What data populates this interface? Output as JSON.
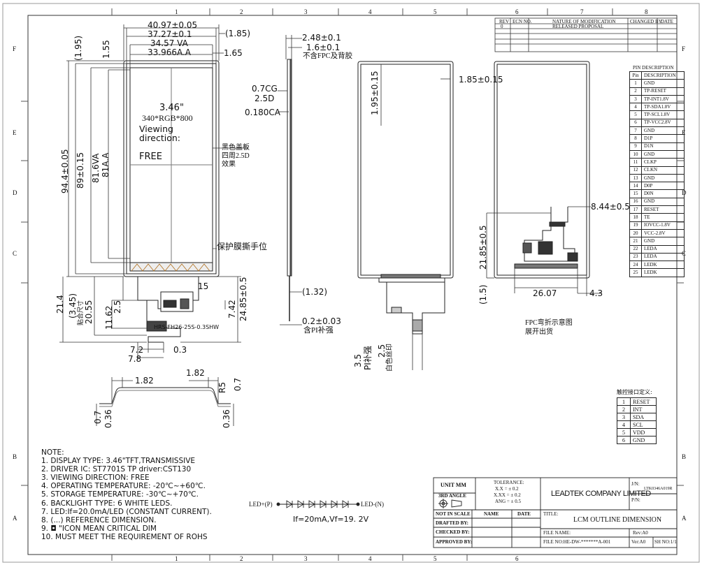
{
  "grid": {
    "cols_top": [
      "1",
      "2",
      "3",
      "4",
      "5",
      "6",
      "7",
      "8"
    ],
    "cols_bottom": [
      "1",
      "2",
      "3",
      "4",
      "5",
      "6"
    ],
    "rows": [
      "F",
      "E",
      "D",
      "C",
      "B",
      "A"
    ]
  },
  "revision": {
    "headers": [
      "REV",
      "ECN NO.",
      "NATURE OF MODIFICATION",
      "CHANGED BY",
      "DATE"
    ],
    "rows": [
      [
        "0",
        "",
        "RELEASED PROPOSAL",
        "",
        ""
      ]
    ]
  },
  "front": {
    "dims_top": [
      "40.97±0.05",
      "37.27±0.1",
      "34.57 VA",
      "33.966A.A",
      "(1.95)",
      "(1.85)",
      "1.55",
      "1.65"
    ],
    "dims_left": [
      "94.4±0.05",
      "89±0.15",
      "81.6VA",
      "81A.A",
      "21.4",
      "(3.45)",
      "贴合尺寸",
      "20.55",
      "11.62",
      "2.5"
    ],
    "size": "3.46\"",
    "resolution": "340*RGB*800",
    "viewing": "Viewing direction:",
    "free": "FREE",
    "cover_note": "黑色盖板",
    "edge_note": "四周2.5D",
    "effect_note": "效果",
    "film_note": "保护膜撕手位",
    "dim_15": "15",
    "dim_742": "7.42",
    "dim_2485": "24.85±0.5",
    "connector": "HRS-FH26-25S-0.3SHW",
    "dim_72": "7.2",
    "dim_03": "0.3",
    "dim_78": "7.8"
  },
  "side": {
    "dims": [
      "2.48±0.1",
      "1.6±0.1",
      "0.7CG",
      "2.5D",
      "0.180CA",
      "(1.32)",
      "0.2±0.03"
    ],
    "no_fpc": "不含FPC及背胶",
    "pi": "含PI补强"
  },
  "rear": {
    "dims": [
      "1.95±0.15",
      "1.85±0.15",
      "3.5",
      "2.5"
    ],
    "pi": "PI补强",
    "silk": "白色丝印"
  },
  "fold": {
    "dims": [
      "8.44±0.5",
      "21.85±0.5",
      "(1.5)",
      "26.07",
      "4.3"
    ],
    "caption1": "FPC弯折示意图",
    "caption2": "展开出货"
  },
  "profile": {
    "dims": [
      "1.82",
      "1.82",
      "R5",
      "0.7",
      "0.7",
      "0.36",
      "0.36"
    ]
  },
  "pin_title": "PIN DESCRIPTION",
  "pin_headers": [
    "Pin",
    "DESCRIPTION"
  ],
  "pins": [
    [
      "1",
      "GND"
    ],
    [
      "2",
      "TP-RESET"
    ],
    [
      "3",
      "TP-INT1.8V"
    ],
    [
      "4",
      "TP-SDA1.8V"
    ],
    [
      "5",
      "TP-SCL1.8V"
    ],
    [
      "6",
      "TP-VCC2.8V"
    ],
    [
      "7",
      "GND"
    ],
    [
      "8",
      "D1P"
    ],
    [
      "9",
      "D1N"
    ],
    [
      "10",
      "GND"
    ],
    [
      "11",
      "CLKP"
    ],
    [
      "12",
      "CLKN"
    ],
    [
      "13",
      "GND"
    ],
    [
      "14",
      "D0P"
    ],
    [
      "15",
      "D0N"
    ],
    [
      "16",
      "GND"
    ],
    [
      "17",
      "RESET"
    ],
    [
      "18",
      "TE"
    ],
    [
      "19",
      "IOVCC-1.8V"
    ],
    [
      "20",
      "VCC-2.8V"
    ],
    [
      "21",
      "GND"
    ],
    [
      "22",
      "LEDA"
    ],
    [
      "23",
      "LEDA"
    ],
    [
      "24",
      "LEDK"
    ],
    [
      "25",
      "LEDK"
    ]
  ],
  "tp_title": "触控接口定义:",
  "tp_pins": [
    [
      "1",
      "RESET"
    ],
    [
      "2",
      "INT"
    ],
    [
      "3",
      "SDA"
    ],
    [
      "4",
      "SCL"
    ],
    [
      "5",
      "VDD"
    ],
    [
      "6",
      "GND"
    ]
  ],
  "notes": [
    "NOTE:",
    "1. DISPLAY TYPE: 3.46\"TFT,TRANSMISSIVE",
    "2. DRIVER IC:  ST7701S      TP driver:CST130",
    "3. VIEWING DIRECTION:  FREE",
    "4. OPERATING TEMPERATURE: -20℃~+60℃.",
    "5. STORAGE TEMPERATURE: -30℃~+70℃.",
    "6. BACKLIGHT TYPE:   6     WHITE LEDS.",
    "7. LED:If=20.0mA/LED (CONSTANT CURRENT).",
    "8. (...) REFERENCE DIMENSION.",
    "9. ◘ \"ICON MEAN CRITICAL DIM",
    "10. MUST MEET THE REQUIREMENT OF ROHS"
  ],
  "led": {
    "plus": "LED+(P)",
    "minus": "LED-(N)",
    "spec": "If=20mA,Vf=19. 2V"
  },
  "title_block": {
    "unit": "UNIT MM",
    "angle": "3RD ANGLE",
    "tolerance": [
      "TOLERANCE:",
      "X.X = ± 0.2",
      "X.XX = ± 0.2",
      "ANG = ± 0.5"
    ],
    "company": "LEADTEK COMPANY LIMITED",
    "jn_label": "J/N:",
    "jn_value": "LTK0346A019R",
    "pn_label": "P/N:",
    "scale": "NOT IN SCALE",
    "name": "NAME",
    "date": "DATE",
    "title_label": "TITLE:",
    "title": "LCM OUTLINE DIMENSION",
    "drafted": "DRAFTED BY:",
    "checked": "CHECKED BY:",
    "approved": "APPROVED BY:",
    "file_name": "FILE NAME:",
    "rev_a": "Rev:A0",
    "file_no": "FILE NO:HE-DW-*******A-001",
    "ver": "Ver:A0",
    "sheet": "SH NO:1/1"
  }
}
